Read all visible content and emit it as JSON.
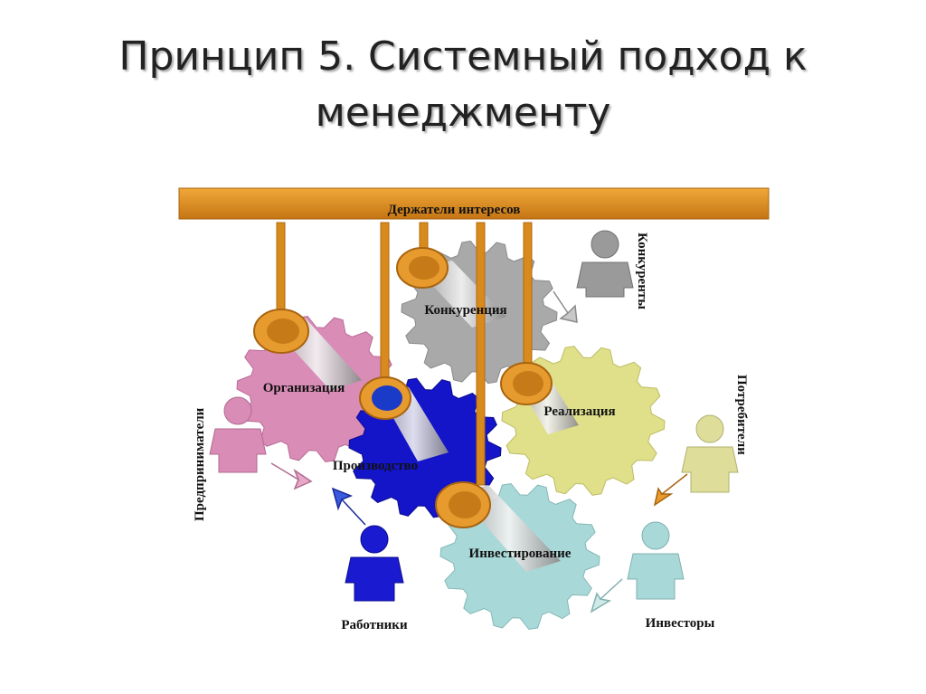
{
  "slide": {
    "title_line1": "Принцип 5. Системный подход к",
    "title_line2": "менеджменту"
  },
  "diagram": {
    "bar_label": "Держатели интересов",
    "gears": {
      "competition": "Конкуренция",
      "organization": "Организация",
      "production": "Производство",
      "realization": "Реализация",
      "investment": "Инвестирование"
    },
    "people": {
      "competitors": "Конкуренты",
      "entrepreneurs": "Предприниматели",
      "consumers": "Потребители",
      "workers": "Работники",
      "investors": "Инвесторы"
    },
    "colors": {
      "bar": "#d98a1c",
      "competition_gear": "#a9a9a9",
      "organization_gear": "#d98cb6",
      "production_gear": "#1414c8",
      "realization_gear": "#e0e08a",
      "investment_gear": "#a8d8d8",
      "person_competitors": "#9a9a9a",
      "person_entrepreneurs": "#d98cb6",
      "person_consumers": "#dede9a",
      "person_workers": "#1a1ad0",
      "person_investors": "#a8d8d8"
    }
  }
}
